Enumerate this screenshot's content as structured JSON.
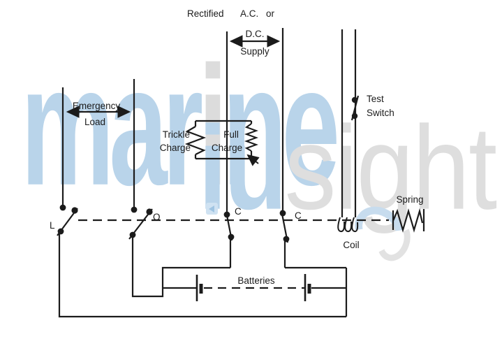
{
  "figure": {
    "supply_caption": {
      "rectified": "Rectified",
      "ac": "A.C.",
      "or": "or",
      "dc": "D.C.",
      "supply": "Supply"
    },
    "labels": {
      "emergency": "Emergency",
      "load": "Load",
      "trickle_line1": "Trickle",
      "trickle_line2": "Charge",
      "full_line1": "Full",
      "full_line2": "Charge",
      "test_line1": "Test",
      "test_line2": "Switch",
      "spring": "Spring",
      "coil": "Coil",
      "batteries": "Batteries"
    },
    "contacts": {
      "l": "L",
      "o": "O",
      "c1": "C",
      "c2": "C"
    },
    "colors": {
      "line": "#1b1b1b",
      "watermark_blue": "#b9d4ea",
      "watermark_gray": "#dcdcdc",
      "logo_blue": "#cfe2f2"
    }
  },
  "watermark": {
    "part1": "mar",
    "part2": "i",
    "part3": "ne",
    "part4": "iu",
    "part5": "sight"
  }
}
